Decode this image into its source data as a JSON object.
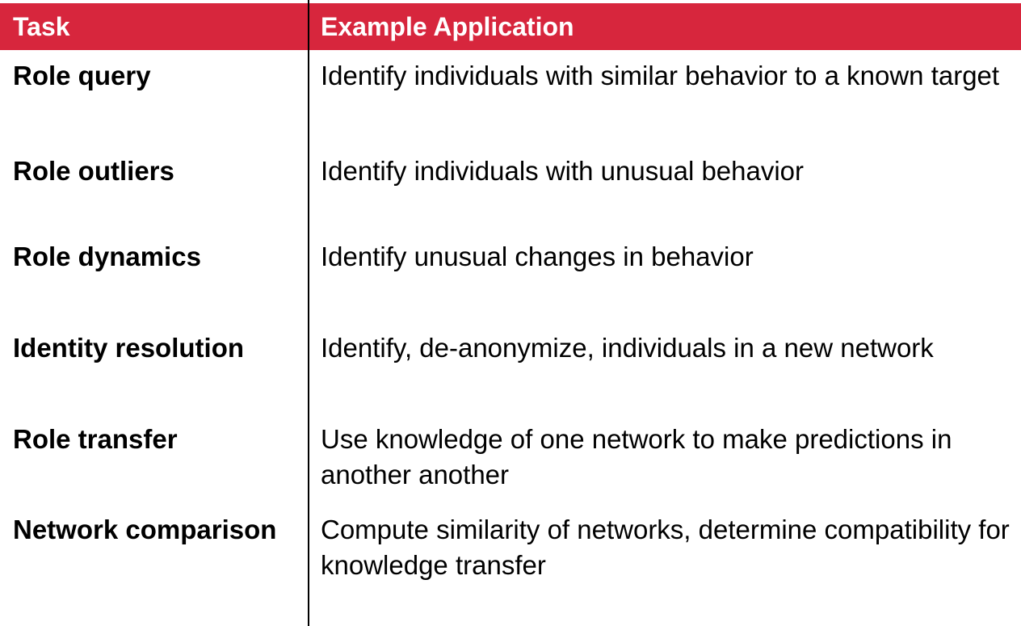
{
  "header": {
    "task": "Task",
    "application": "Example Application"
  },
  "rows": [
    {
      "task": "Role query",
      "application": "Identify individuals with similar behavior to a known target"
    },
    {
      "task": "Role outliers",
      "application": "Identify individuals with unusual behavior"
    },
    {
      "task": "Role dynamics",
      "application": "Identify unusual changes in behavior"
    },
    {
      "task": "Identity resolution",
      "application": "Identify, de-anonymize, individuals in a new network"
    },
    {
      "task": "Role transfer",
      "application": "Use knowledge of one network to make predictions in another another"
    },
    {
      "task": "Network comparison",
      "application": "Compute similarity of networks, determine compatibility for knowledge transfer"
    }
  ],
  "colors": {
    "header_bg": "#d7263d",
    "header_text": "#ffffff",
    "body_text": "#000000"
  }
}
